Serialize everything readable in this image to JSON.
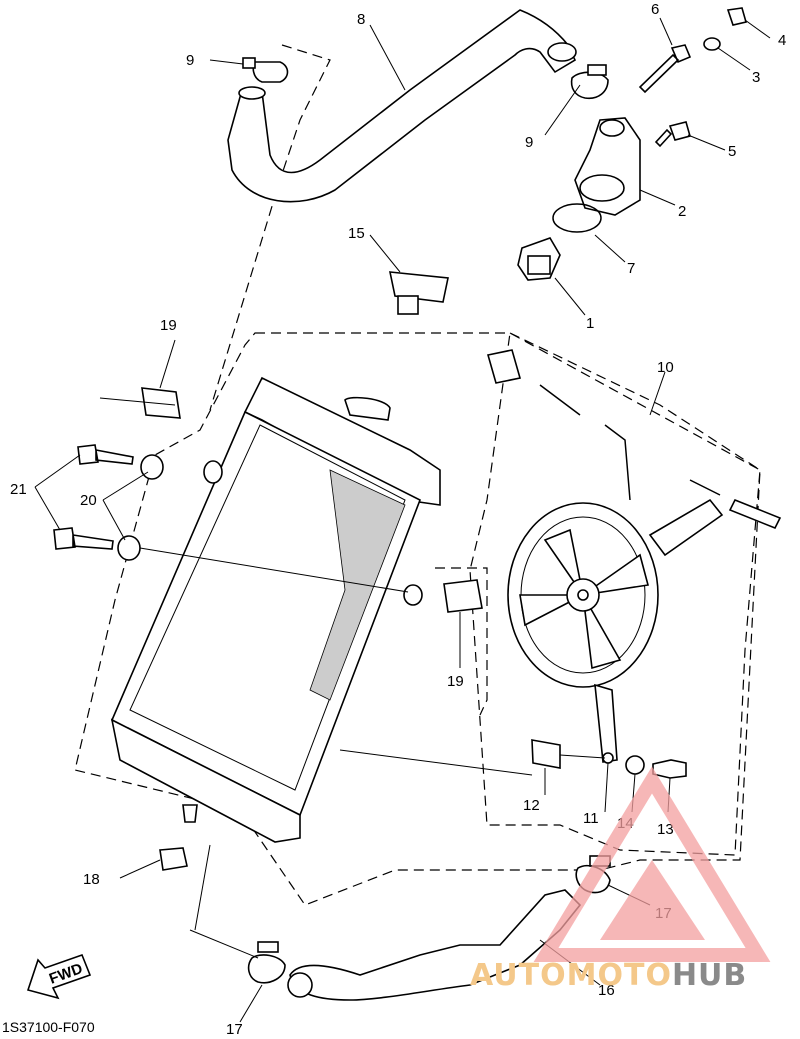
{
  "callouts": {
    "c1": "1",
    "c2": "2",
    "c3": "3",
    "c4": "4",
    "c5": "5",
    "c6": "6",
    "c7": "7",
    "c8": "8",
    "c9a": "9",
    "c9b": "9",
    "c10": "10",
    "c11": "11",
    "c12": "12",
    "c13": "13",
    "c14": "14",
    "c15": "15",
    "c16": "16",
    "c17a": "17",
    "c17b": "17",
    "c18": "18",
    "c19a": "19",
    "c19b": "19",
    "c20": "20",
    "c21": "21"
  },
  "fwd_label": "FWD",
  "diagram_code": "1S37100-F070",
  "watermark": {
    "part1": "AUTOMOTO",
    "part2": "HUB",
    "color_accent": "#f4a0a0"
  }
}
